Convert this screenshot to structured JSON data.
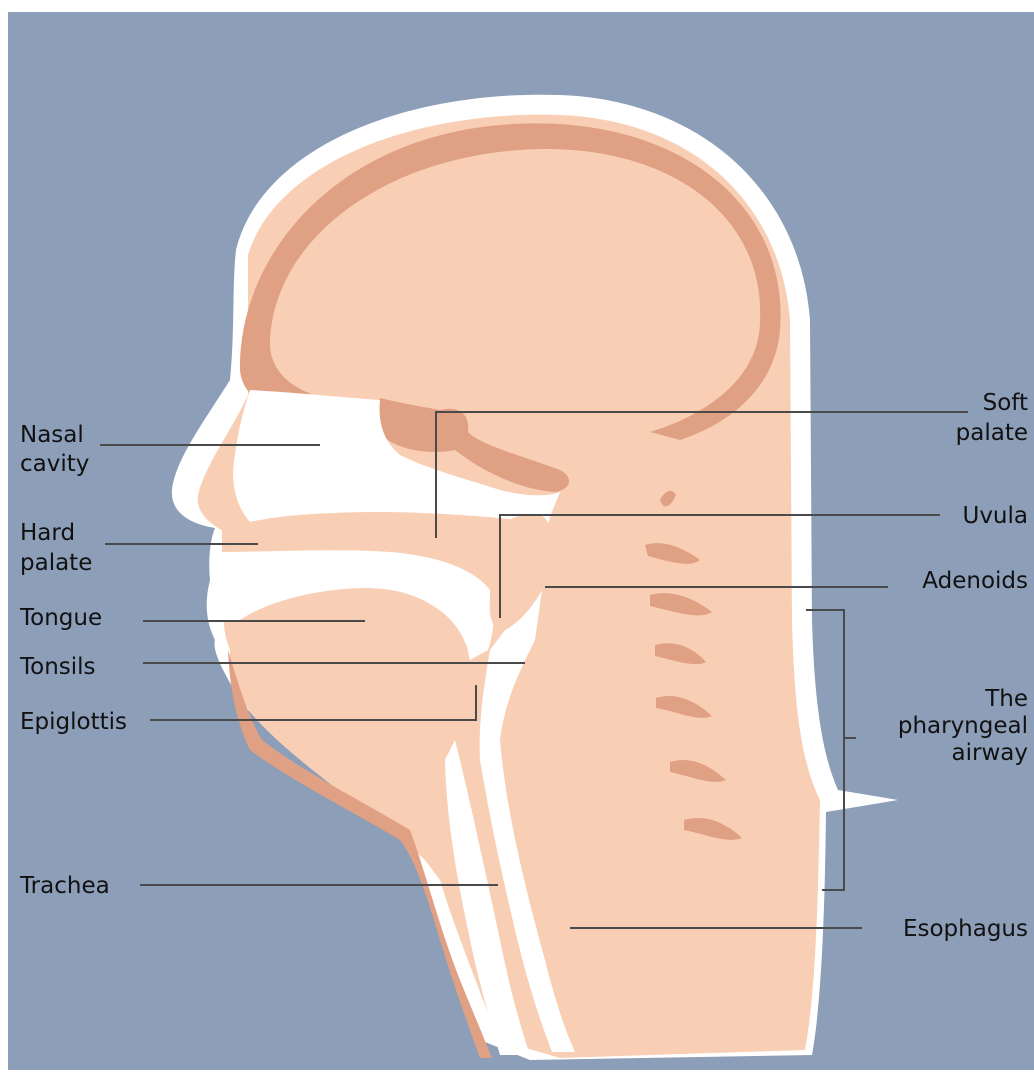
{
  "colors": {
    "background": "#8d9eb8",
    "border": "#ffffff",
    "skin": "#f8cfb5",
    "muscle": "#e0a084",
    "airway": "#ffffff",
    "line": "#4a4a4a",
    "text": "#111111"
  },
  "labels": {
    "nasal_cavity": [
      "Nasal",
      "cavity"
    ],
    "hard_palate": [
      "Hard",
      "palate"
    ],
    "tongue": "Tongue",
    "tonsils": "Tonsils",
    "epiglottis": "Epiglottis",
    "trachea": "Trachea",
    "soft_palate": [
      "Soft",
      "palate"
    ],
    "uvula": "Uvula",
    "adenoids": "Adenoids",
    "pharyngeal_airway": [
      "The",
      "pharyngeal",
      "airway"
    ],
    "esophagus": "Esophagus"
  }
}
